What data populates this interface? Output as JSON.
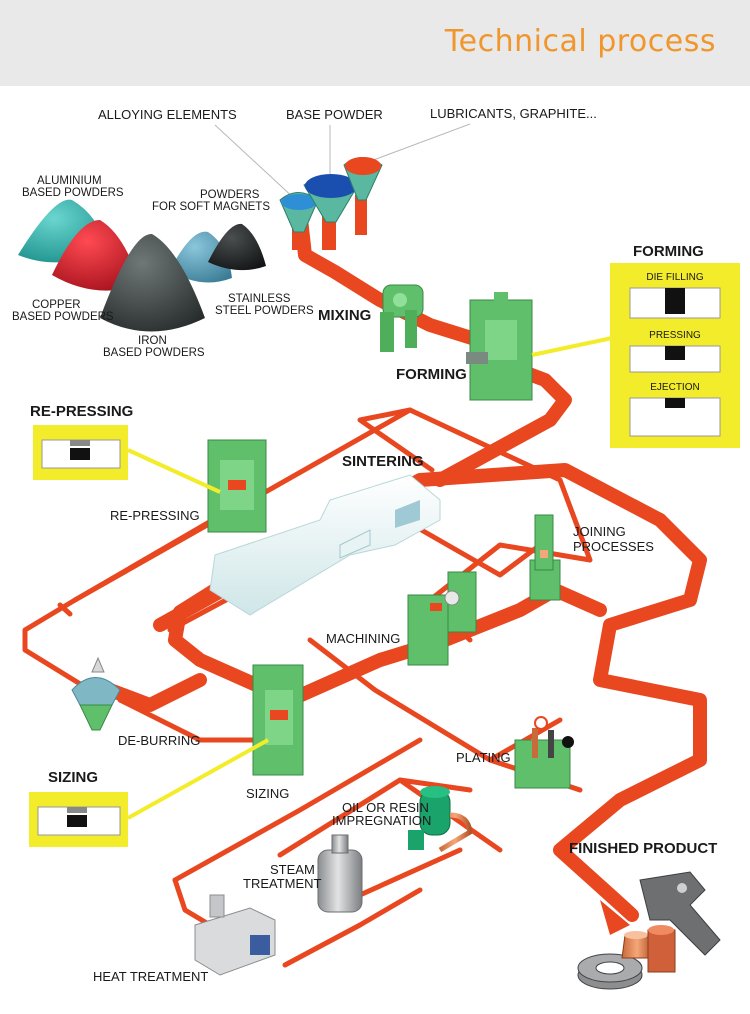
{
  "header": {
    "title": "Technical process"
  },
  "inputs": {
    "alloying": "ALLOYING ELEMENTS",
    "base": "BASE POWDER",
    "lubricants": "LUBRICANTS, GRAPHITE..."
  },
  "powders": {
    "aluminium_1": "ALUMINIUM",
    "aluminium_2": "BASED POWDERS",
    "soft_1": "POWDERS",
    "soft_2": "FOR SOFT MAGNETS",
    "copper_1": "COPPER",
    "copper_2": "BASED POWDERS",
    "stainless_1": "STAINLESS",
    "stainless_2": "STEEL POWDERS",
    "iron_1": "IRON",
    "iron_2": "BASED POWDERS"
  },
  "steps": {
    "mixing": "MIXING",
    "forming": "FORMING",
    "sintering": "SINTERING",
    "re_pressing": "RE-PRESSING",
    "joining_1": "JOINING",
    "joining_2": "PROCESSES",
    "machining": "MACHINING",
    "de_burring": "DE-BURRING",
    "plating": "PLATING",
    "sizing": "SIZING",
    "oil_1": "OIL OR RESIN",
    "oil_2": "IMPREGNATION",
    "steam_1": "STEAM",
    "steam_2": "TREATMENT",
    "heat": "HEAT TREATMENT",
    "finished": "FINISHED PRODUCT"
  },
  "panels": {
    "forming_title": "FORMING",
    "die_filling": "DIE FILLING",
    "pressing": "PRESSING",
    "ejection": "EJECTION",
    "repressing_title": "RE-PRESSING",
    "sizing_title": "SIZING"
  },
  "colors": {
    "flow": "#e8471f",
    "machine": "#5fbf6a",
    "panel": "#f3ec2a",
    "title": "#f0962c"
  }
}
